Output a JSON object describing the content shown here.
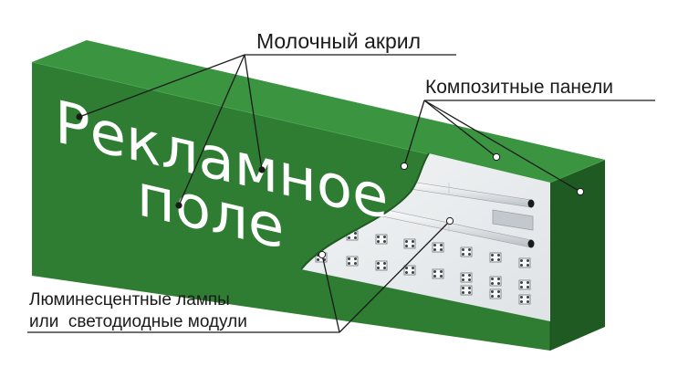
{
  "labels": {
    "milky_acrylic": "Молочный акрил",
    "composite_panels": "Композитные панели",
    "lamps_line1": "Люминесцентные лампы",
    "lamps_line2": "или  светодиодные модули"
  },
  "sign": {
    "line1": "Рекламное",
    "line2": "поле"
  },
  "colors": {
    "front_green": "#2e7d32",
    "top_green": "#3a9440",
    "side_green": "#1f5a23",
    "interior": "#e9ecef",
    "leader": "#1a1a1a"
  }
}
